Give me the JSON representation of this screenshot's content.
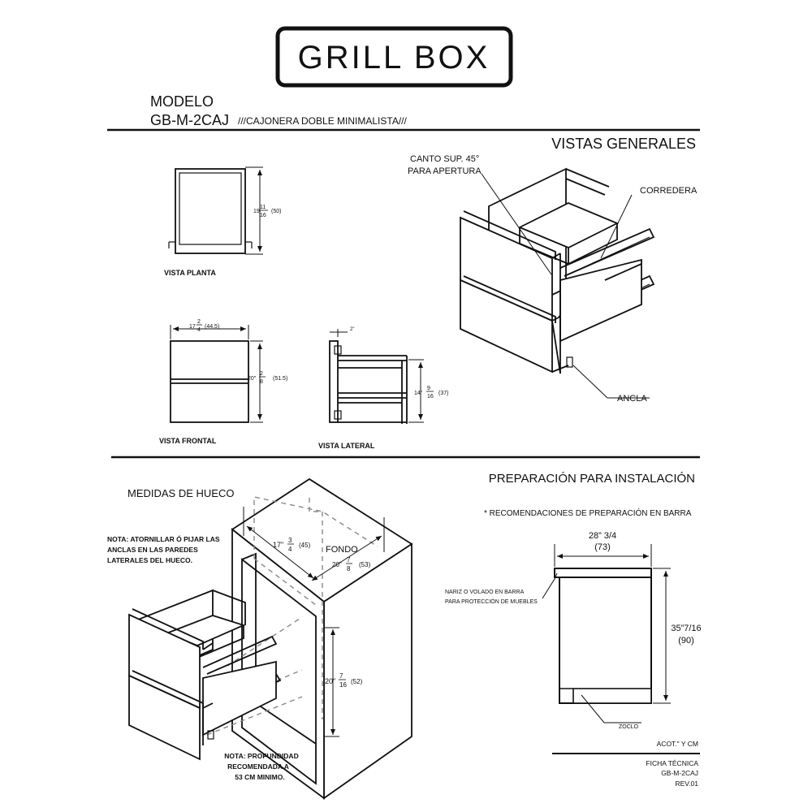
{
  "logo": {
    "text": "GRILL BOX"
  },
  "header": {
    "model_label": "MODELO",
    "model_code": "GB-M-2CAJ",
    "model_desc": "///CAJONERA DOBLE MINIMALISTA///"
  },
  "views": {
    "section_title": "VISTAS GENERALES",
    "plan": {
      "label": "VISTA PLANTA",
      "dim_whole": "19",
      "dim_num": "11",
      "dim_den": "16",
      "dim_cm": "(50)"
    },
    "front": {
      "label": "VISTA FRONTAL",
      "width_whole": "17",
      "width_num": "2",
      "width_den": "4",
      "width_cm": "(44.5)",
      "height_whole": "20\"",
      "height_num": "2",
      "height_den": "8",
      "height_cm": "(51.5)"
    },
    "side": {
      "label": "VISTA LATERAL",
      "top_dim": "2\"",
      "height_whole": "14\"",
      "height_num": "9",
      "height_den": "16",
      "height_cm": "(37)"
    },
    "iso_labels": {
      "edge": [
        "CANTO SUP. 45°",
        "PARA APERTURA"
      ],
      "slide": "CORREDERA",
      "anchor": "ANCLA"
    }
  },
  "hole": {
    "section_title": "MEDIDAS DE HUECO",
    "note_top": [
      "NOTA:  ATORNILLAR Ó PIJAR LAS",
      "ANCLAS   EN   LAS   PAREDES",
      "LATERALES DEL HUECO."
    ],
    "width_whole": "17\"",
    "width_num": "3",
    "width_den": "4",
    "width_cm": "(45)",
    "depth_label": "FONDO",
    "depth_whole": "20\"",
    "depth_num": "7",
    "depth_den": "8",
    "depth_cm": "(53)",
    "height_whole": "20\"",
    "height_num": "7",
    "height_den": "16",
    "height_cm": "(52)",
    "note_bottom": [
      "NOTA:  PROFUNDIDAD",
      "RECOMENDADA A",
      "53 CM MINIMO."
    ]
  },
  "install": {
    "section_title": "PREPARACIÓN PARA INSTALACIÓN",
    "subtitle": "* RECOMENDACIONES DE PREPARACIÓN EN BARRA",
    "width": "28” 3/4",
    "width_cm": "(73)",
    "height": "35”7/16",
    "height_cm": "(90)",
    "nose_label": [
      "NARIZ O VOLADO EN BARRA",
      "PARA PROTECCIÓN DE MUEBLES"
    ],
    "base_label": "ZOCLO",
    "units": "ACOT.\" Y CM"
  },
  "footer": {
    "lines": [
      "FICHA TÉCNICA",
      "GB-M-2CAJ",
      "REV.01"
    ]
  }
}
